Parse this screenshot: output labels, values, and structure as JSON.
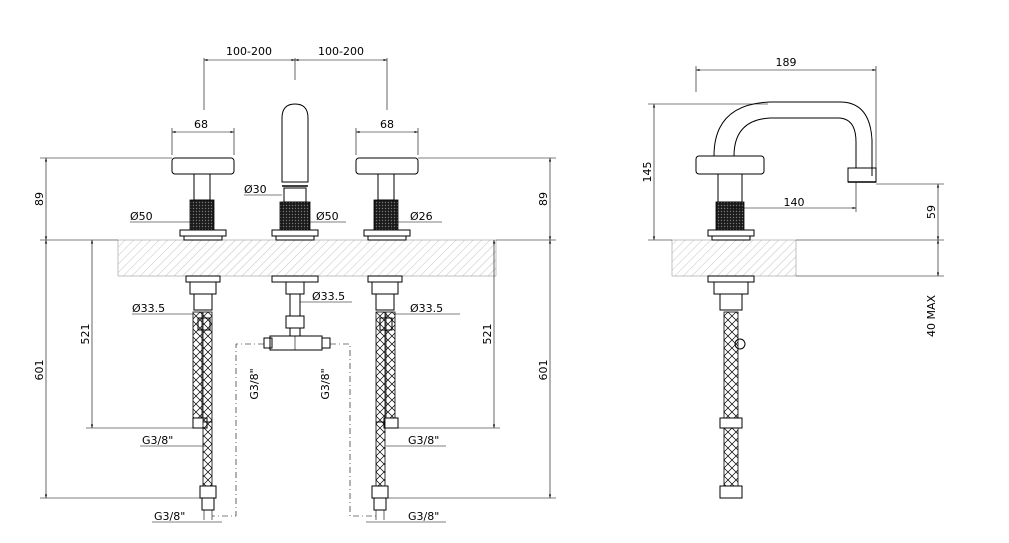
{
  "front_view": {
    "spacing_left": "100-200",
    "spacing_right": "100-200",
    "handle_width_left": "68",
    "handle_width_right": "68",
    "height_left": "89",
    "height_right": "89",
    "spout_diameter": "Ø30",
    "base_diameter_left": "Ø50",
    "base_diameter_center": "Ø50",
    "knurl_diameter_right": "Ø26",
    "pipe_diameter_left": "Ø33.5",
    "pipe_diameter_center": "Ø33.5",
    "pipe_diameter_right": "Ø33.5",
    "depth_left_521": "521",
    "depth_right_521": "521",
    "depth_left_601": "601",
    "depth_right_601": "601",
    "thread_left_upper": "G3/8\"",
    "thread_right_upper": "G3/8\"",
    "thread_left_lower": "G3/8\"",
    "thread_right_lower": "G3/8\"",
    "thread_tee_left": "G3/8\"",
    "thread_tee_right": "G3/8\""
  },
  "side_view": {
    "reach_overall": "189",
    "reach_outlet": "140",
    "height_overall": "145",
    "outlet_height": "59",
    "deck_thickness": "40 MAX"
  }
}
